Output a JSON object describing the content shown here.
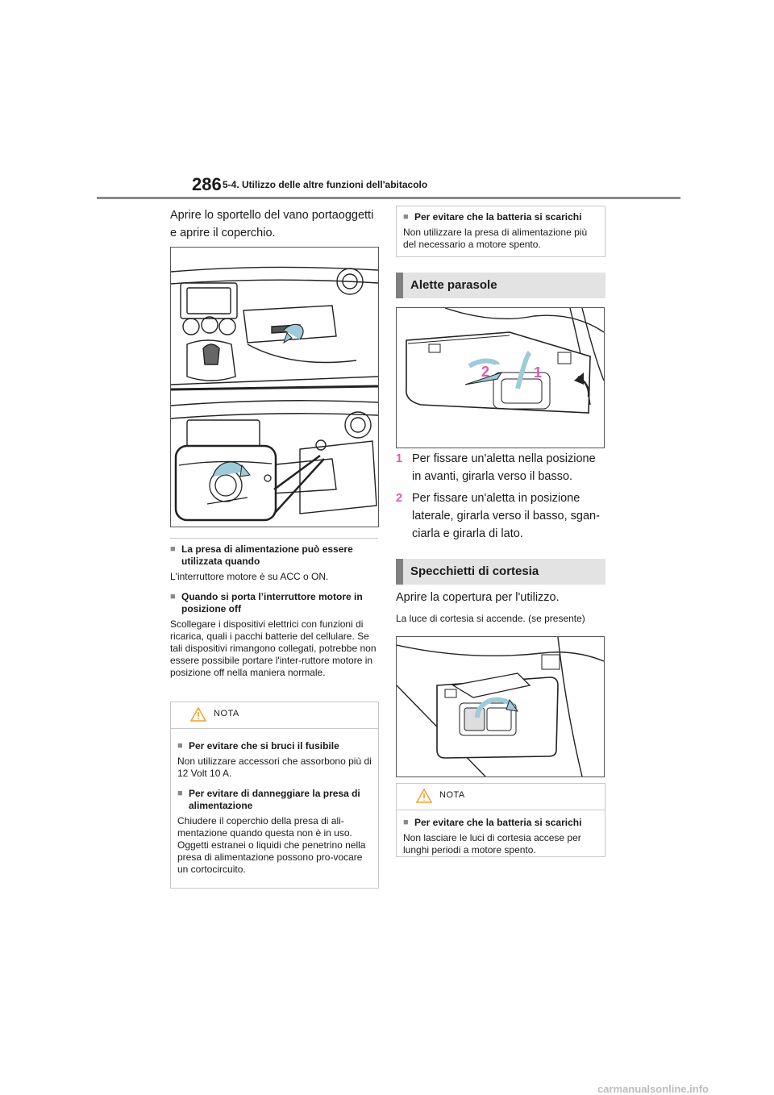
{
  "header": {
    "page_number": "286",
    "chapter": "5-4. Utilizzo delle altre funzioni dell'abitacolo"
  },
  "left": {
    "intro": "Aprire lo sportello del vano portaoggetti e aprire il coperchio.",
    "notes": [
      {
        "heading": "La presa di alimentazione può essere utilizzata quando",
        "text": "L'interruttore motore è su ACC o ON."
      },
      {
        "heading": "Quando si porta l’interruttore motore in posizione off",
        "text": "Scollegare i dispositivi elettrici con funzioni di ricarica, quali i pacchi batterie del cellulare. Se tali dispositivi rimangono collegati, potrebbe non essere possibile portare l'inter-ruttore motore in posizione off nella maniera normale."
      }
    ],
    "nota_box": {
      "label": "NOTA",
      "items": [
        {
          "heading": "Per evitare che si bruci il fusibile",
          "text": "Non utilizzare accessori che assorbono più di 12 Volt 10 A."
        },
        {
          "heading": "Per evitare di danneggiare la presa di alimentazione",
          "text": "Chiudere il coperchio della presa di ali-mentazione quando questa non è in uso. Oggetti estranei o liquidi che penetrino nella presa di alimentazione possono pro-vocare un cortocircuito."
        }
      ]
    }
  },
  "right": {
    "top_box": {
      "heading": "Per evitare che la batteria si scarichi",
      "text": "Non utilizzare la presa di alimentazione più del necessario a motore spento."
    },
    "section1": {
      "title": "Alette parasole",
      "fig_labels": [
        "2",
        "1"
      ],
      "steps": [
        {
          "num": "1",
          "text": "Per fissare un'aletta nella posizione in avanti, girarla verso il basso."
        },
        {
          "num": "2",
          "text": "Per fissare un'aletta in posizione laterale, girarla verso il basso, sgan-ciarla e girarla di lato."
        }
      ]
    },
    "section2": {
      "title": "Specchietti di cortesia",
      "intro": "Aprire la copertura per l'utilizzo.",
      "note": "La luce di cortesia si accende. (se presente)"
    },
    "nota_box": {
      "label": "NOTA",
      "heading": "Per evitare che la batteria si scarichi",
      "text": "Non lasciare le luci di cortesia accese per lunghi periodi a motore spento."
    }
  },
  "footer": "carmanualsonline.info",
  "colors": {
    "accent_pink": "#e05aa9",
    "bar_gray": "#808080",
    "bar_bg": "#e3e3e3"
  }
}
